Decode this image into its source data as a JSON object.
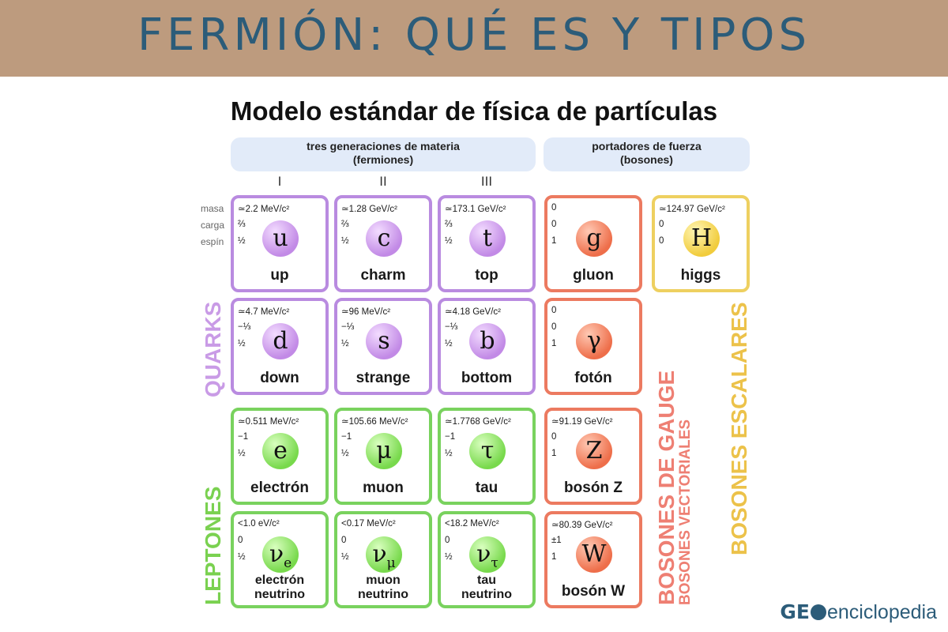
{
  "header": {
    "title": "FERMIÓN: QUÉ ES Y TIPOS"
  },
  "subtitle": "Modelo estándar de física de partículas",
  "groups": {
    "fermions": {
      "line1": "tres generaciones de materia",
      "line2": "(fermiones)"
    },
    "bosons": {
      "line1": "portadores de fuerza",
      "line2": "(bosones)"
    }
  },
  "generations": [
    "I",
    "II",
    "III"
  ],
  "row_labels": {
    "mass": "masa",
    "charge": "carga",
    "spin": "espín"
  },
  "side_labels": {
    "quarks": "QUARKS",
    "leptons": "LEPTONES",
    "gauge": "BOSONES DE GAUGE",
    "vector": "BOSONES VECTORIALES",
    "scalar": "BOSONES ESCALARES"
  },
  "colors": {
    "quark": "#b98be0",
    "lepton": "#79d25e",
    "gauge": "#ec7a60",
    "scalar": "#eed060",
    "banner": "#bd9b7e",
    "title": "#2c5c79"
  },
  "particles": {
    "up": {
      "mass": "≃2.2 MeV/c²",
      "charge": "⅔",
      "spin": "½",
      "symbol": "u",
      "sub": "",
      "name": "up"
    },
    "charm": {
      "mass": "≃1.28 GeV/c²",
      "charge": "⅔",
      "spin": "½",
      "symbol": "c",
      "sub": "",
      "name": "charm"
    },
    "top": {
      "mass": "≃173.1 GeV/c²",
      "charge": "⅔",
      "spin": "½",
      "symbol": "t",
      "sub": "",
      "name": "top"
    },
    "gluon": {
      "mass": "0",
      "charge": "0",
      "spin": "1",
      "symbol": "g",
      "sub": "",
      "name": "gluon"
    },
    "higgs": {
      "mass": "≃124.97 GeV/c²",
      "charge": "0",
      "spin": "0",
      "symbol": "H",
      "sub": "",
      "name": "higgs"
    },
    "down": {
      "mass": "≃4.7 MeV/c²",
      "charge": "−⅓",
      "spin": "½",
      "symbol": "d",
      "sub": "",
      "name": "down"
    },
    "strange": {
      "mass": "≃96 MeV/c²",
      "charge": "−⅓",
      "spin": "½",
      "symbol": "s",
      "sub": "",
      "name": "strange"
    },
    "bottom": {
      "mass": "≃4.18 GeV/c²",
      "charge": "−⅓",
      "spin": "½",
      "symbol": "b",
      "sub": "",
      "name": "bottom"
    },
    "photon": {
      "mass": "0",
      "charge": "0",
      "spin": "1",
      "symbol": "γ",
      "sub": "",
      "name": "fotón"
    },
    "electron": {
      "mass": "≃0.511 MeV/c²",
      "charge": "−1",
      "spin": "½",
      "symbol": "e",
      "sub": "",
      "name": "electrón"
    },
    "muon": {
      "mass": "≃105.66 MeV/c²",
      "charge": "−1",
      "spin": "½",
      "symbol": "μ",
      "sub": "",
      "name": "muon"
    },
    "tau": {
      "mass": "≃1.7768 GeV/c²",
      "charge": "−1",
      "spin": "½",
      "symbol": "τ",
      "sub": "",
      "name": "tau"
    },
    "zboson": {
      "mass": "≃91.19 GeV/c²",
      "charge": "0",
      "spin": "1",
      "symbol": "Z",
      "sub": "",
      "name": "bosón Z"
    },
    "nu_e": {
      "mass": "<1.0 eV/c²",
      "charge": "0",
      "spin": "½",
      "symbol": "ν",
      "sub": "e",
      "name1": "electrón",
      "name2": "neutrino"
    },
    "nu_mu": {
      "mass": "<0.17 MeV/c²",
      "charge": "0",
      "spin": "½",
      "symbol": "ν",
      "sub": "μ",
      "name1": "muon",
      "name2": "neutrino"
    },
    "nu_tau": {
      "mass": "<18.2 MeV/c²",
      "charge": "0",
      "spin": "½",
      "symbol": "ν",
      "sub": "τ",
      "name1": "tau",
      "name2": "neutrino"
    },
    "wboson": {
      "mass": "≃80.39 GeV/c²",
      "charge": "±1",
      "spin": "1",
      "symbol": "W",
      "sub": "",
      "name": "bosón W"
    }
  },
  "logo": {
    "geo": "GE",
    "word": "enciclopedia"
  }
}
